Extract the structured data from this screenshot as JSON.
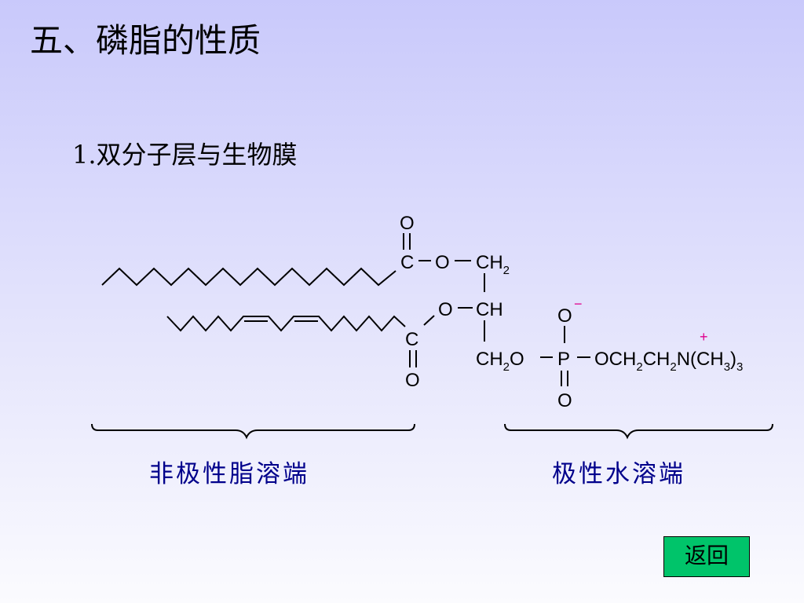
{
  "title": "五、磷脂的性质",
  "subtitle": "1.双分子层与生物膜",
  "formula": {
    "oxygen": "O",
    "carbon": "C",
    "phosphorus": "P",
    "ch": "CH",
    "ch2_label": "CH",
    "sub_2": "2",
    "sub_3": "3",
    "och2": "OCH",
    "ch2n": "CH",
    "n_label": "N(CH",
    "close_paren": ")",
    "minus": "−",
    "plus": "+"
  },
  "labels": {
    "nonpolar": "非极性脂溶端",
    "polar": "极性水溶端"
  },
  "back_button": "返回",
  "colors": {
    "label": "#00008b",
    "plus": "#e0008c",
    "minus": "#e0008c",
    "button": "#00c46a"
  }
}
